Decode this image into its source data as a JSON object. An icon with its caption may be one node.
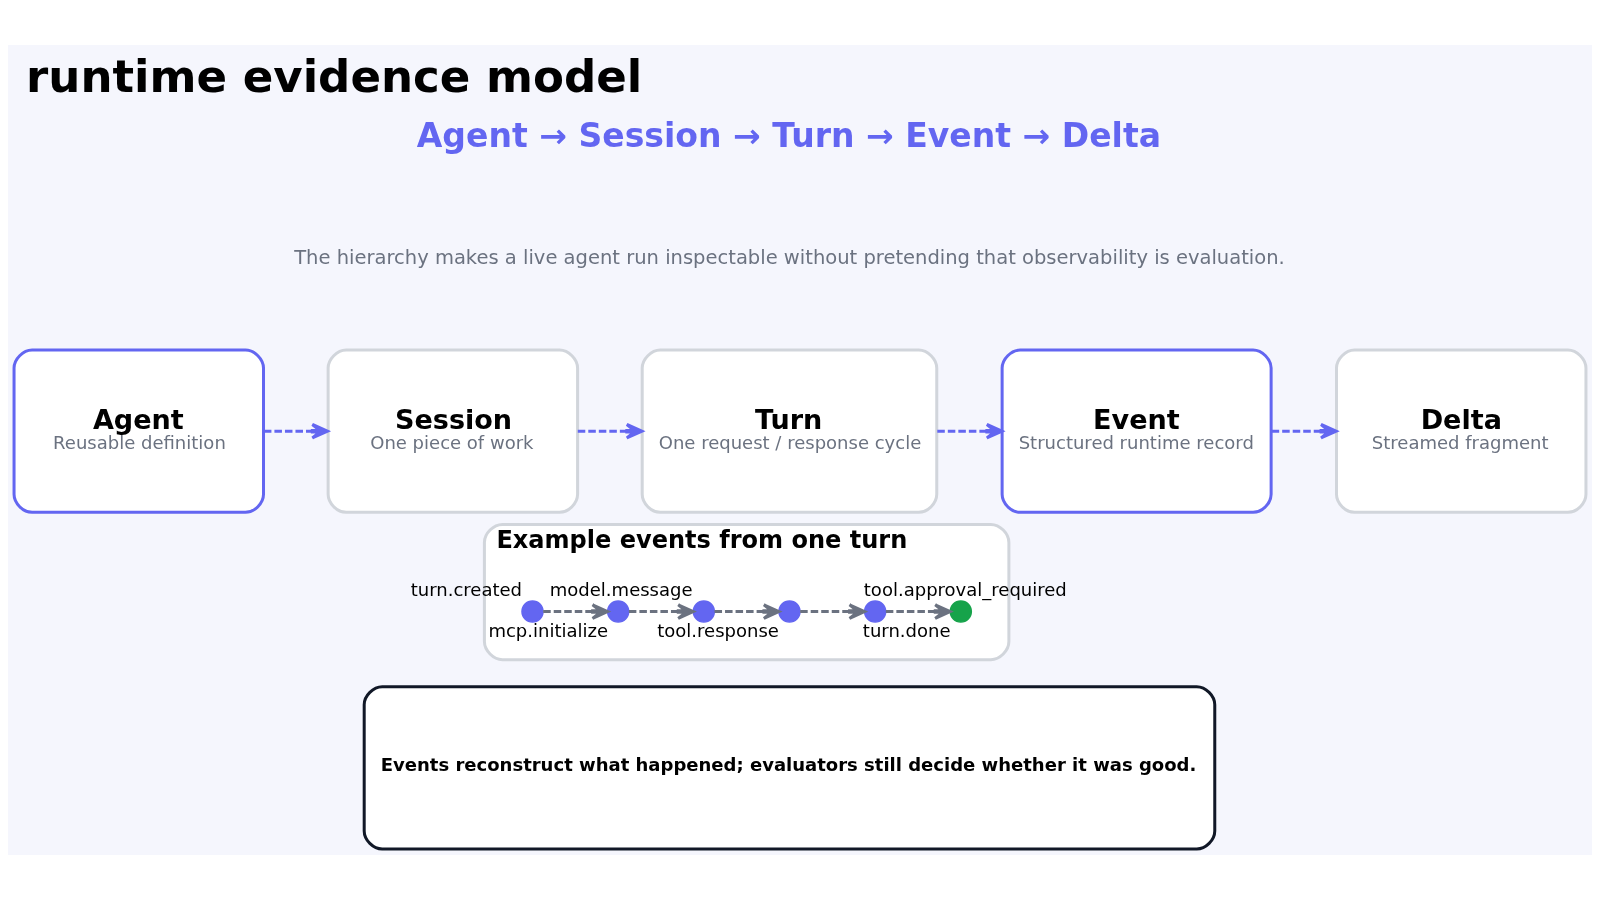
{
  "diagram": {
    "title": "runtime evidence model",
    "nodes": [
      {
        "text": [
          "Agent",
          "Reusable definition"
        ]
      },
      {
        "text": [
          "Session",
          "One piece of work"
        ]
      },
      {
        "text": [
          "Turn",
          "One request / response cycle"
        ]
      },
      {
        "text": [
          "Event",
          "Structured runtime record"
        ]
      },
      {
        "text": [
          "Delta",
          "Streamed fragment"
        ]
      },
      {
        "text": [
          "Example events from one turn"
        ]
      },
      {
        "text": [],
        "shape": "circle",
        "in": 5,
        "beside": [
          "turn.created"
        ]
      },
      {
        "text": [],
        "shape": "circle",
        "in": 5,
        "beside": [
          "mcp.initialize"
        ]
      },
      {
        "text": [],
        "shape": "circle",
        "in": 5,
        "beside": [
          "model.message"
        ]
      },
      {
        "text": [],
        "shape": "circle",
        "in": 5,
        "beside": [
          "tool.response"
        ]
      },
      {
        "text": [],
        "shape": "circle",
        "in": 5,
        "beside": [
          "tool.approval_required"
        ]
      },
      {
        "text": [],
        "shape": "circle",
        "in": 5,
        "beside": [
          "turn.done"
        ]
      },
      {
        "text": [
          "Events reconstruct what happened; evaluators still decide whether it was good."
        ]
      }
    ],
    "edges": [
      {
        "from": 0,
        "to": 1,
        "arrow": "to",
        "style": "dashed",
        "color": "#6366f1"
      },
      {
        "from": 1,
        "to": 2,
        "arrow": "to",
        "style": "dashed",
        "color": "#6366f1"
      },
      {
        "from": 2,
        "to": 3,
        "arrow": "to",
        "style": "dashed",
        "color": "#6366f1"
      },
      {
        "from": 3,
        "to": 4,
        "arrow": "to",
        "style": "dashed",
        "color": "#6366f1"
      },
      {
        "from": 6,
        "to": 7,
        "arrow": "to",
        "style": "dashed"
      },
      {
        "from": 7,
        "to": 8,
        "arrow": "to",
        "style": "dashed"
      },
      {
        "from": 8,
        "to": 9,
        "arrow": "to",
        "style": "dashed"
      },
      {
        "from": 9,
        "to": 10,
        "arrow": "to",
        "style": "dashed"
      },
      {
        "from": 10,
        "to": 11,
        "arrow": "to",
        "style": "dashed"
      }
    ],
    "labels": [
      "Agent → Session → Turn → Event → Delta",
      "The hierarchy makes a live agent run inspectable without pretending that observability is evaluation."
    ]
  }
}
